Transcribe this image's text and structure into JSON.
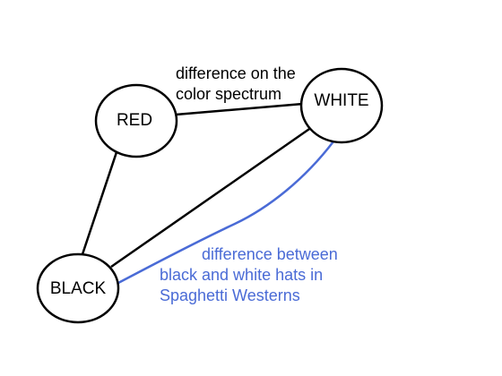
{
  "nodes": {
    "red": {
      "label": "RED"
    },
    "white": {
      "label": "WHITE"
    },
    "black": {
      "label": "BLACK"
    }
  },
  "annotations": {
    "spectrum": {
      "lines": [
        "difference on the",
        "color spectrum"
      ]
    },
    "westerns": {
      "lines": [
        "difference between",
        "black and white hats in",
        "Spaghetti Westerns"
      ]
    }
  },
  "colors": {
    "stroke": "#000000",
    "accent": "#4a6bd6",
    "background": "#ffffff"
  }
}
